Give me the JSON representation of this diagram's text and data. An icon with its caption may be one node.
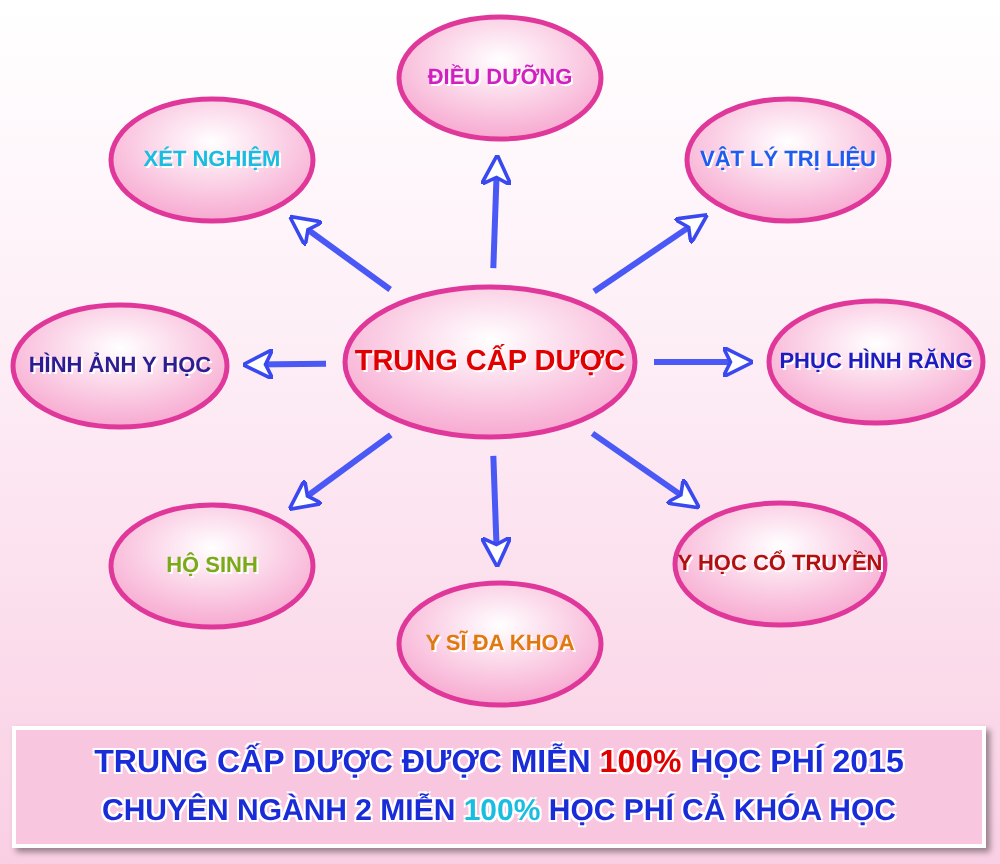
{
  "diagram": {
    "nodes": [
      {
        "text": [
          "TRUNG CẤP DƯỢC"
        ]
      },
      {
        "text": [
          "ĐIỀU DƯỠNG"
        ]
      },
      {
        "text": [
          "XÉT NGHIỆM"
        ]
      },
      {
        "text": [
          "VẬT LÝ TRỊ LIỆU"
        ]
      },
      {
        "text": [
          "HÌNH ẢNH Y HỌC"
        ]
      },
      {
        "text": [
          "PHỤC HÌNH RĂNG"
        ]
      },
      {
        "text": [
          "HỘ SINH"
        ]
      },
      {
        "text": [
          "Y HỌC CỔ TRUYỀN"
        ]
      },
      {
        "text": [
          "Y SĨ ĐA KHOA"
        ]
      }
    ],
    "edges": [
      {
        "from": 0,
        "to": 1,
        "arrow": "to"
      },
      {
        "from": 0,
        "to": 2,
        "arrow": "to"
      },
      {
        "from": 0,
        "to": 3,
        "arrow": "to"
      },
      {
        "from": 0,
        "to": 4,
        "arrow": "to"
      },
      {
        "from": 0,
        "to": 5,
        "arrow": "to"
      },
      {
        "from": 0,
        "to": 6,
        "arrow": "to"
      },
      {
        "from": 0,
        "to": 7,
        "arrow": "to"
      },
      {
        "from": 0,
        "to": 8,
        "arrow": "to"
      }
    ],
    "labels": [
      "TRUNG CẤP DƯỢC ĐƯỢC MIỄN 100% HỌC PHÍ 2015",
      "CHUYÊN NGÀNH 2 MIỄN 100% HỌC PHÍ CẢ KHÓA HỌC"
    ]
  }
}
